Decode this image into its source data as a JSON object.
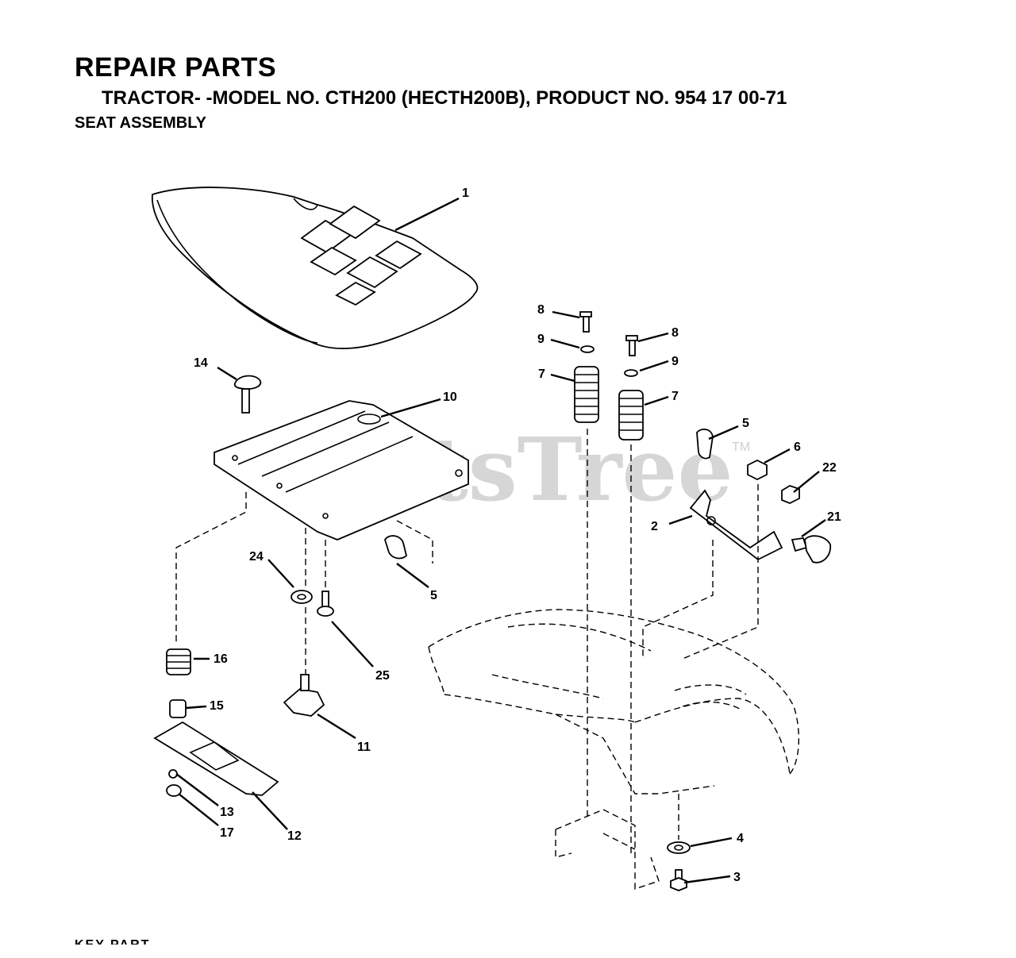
{
  "header": {
    "title": "REPAIR PARTS",
    "subtitle": "TRACTOR- -MODEL NO. CTH200 (HECTH200B), PRODUCT NO. 954 17 00-71",
    "section": "SEAT ASSEMBLY"
  },
  "watermark": {
    "text": "PartsTree",
    "tm": "TM"
  },
  "callouts": [
    "1",
    "14",
    "10",
    "8",
    "9",
    "7",
    "8",
    "9",
    "7",
    "5",
    "6",
    "22",
    "2",
    "21",
    "24",
    "5",
    "25",
    "16",
    "15",
    "11",
    "13",
    "17",
    "12",
    "4",
    "3"
  ],
  "footer": {
    "text": "KEY PART"
  }
}
